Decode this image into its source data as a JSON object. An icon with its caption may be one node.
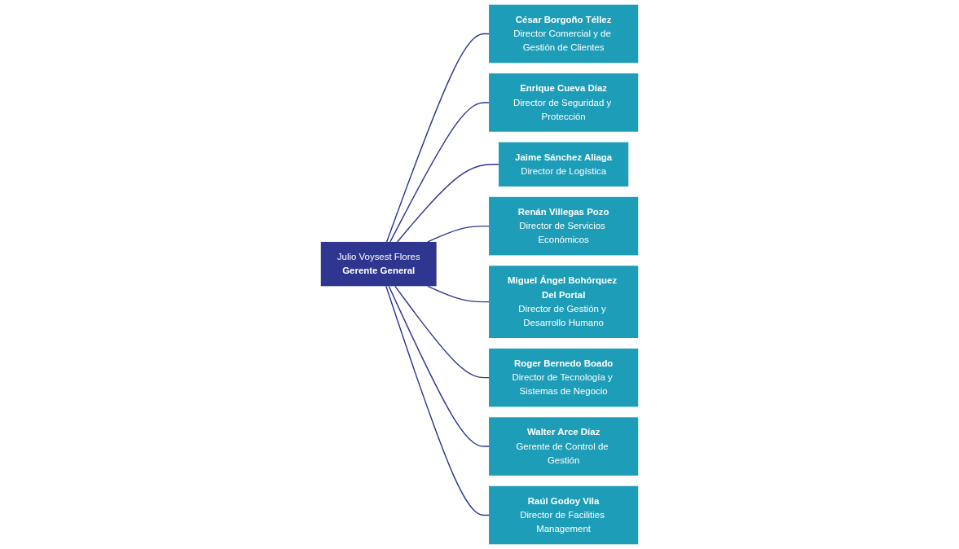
{
  "diagram": {
    "nodes": [
      {
        "text": [
          "Julio Voysest Flores",
          "Gerente General"
        ]
      },
      {
        "text": [
          "César Borgoño Téllez",
          "Director Comercial y de Gestión de Clientes"
        ]
      },
      {
        "text": [
          "Enrique Cueva Díaz",
          "Director de Seguridad y Protección"
        ]
      },
      {
        "text": [
          "Jaime Sánchez Aliaga",
          "Director de Logística"
        ]
      },
      {
        "text": [
          "Renán Villegas Pozo",
          "Director de Servicios Económicos"
        ]
      },
      {
        "text": [
          "Miguel Ángel Bohórquez Del Portal",
          "Director de Gestión y Desarrollo Humano"
        ]
      },
      {
        "text": [
          "Roger Bernedo Boado",
          "Director de Tecnología y Sistemas de Negocio"
        ]
      },
      {
        "text": [
          "Walter Arce Díaz",
          "Gerente de Control de Gestión"
        ]
      },
      {
        "text": [
          "Raúl Godoy Vila",
          "Director de Facilities Management"
        ]
      }
    ],
    "edges": [
      {
        "from": 0,
        "to": 1,
        "arrow": "none"
      },
      {
        "from": 0,
        "to": 2,
        "arrow": "none"
      },
      {
        "from": 0,
        "to": 3,
        "arrow": "none"
      },
      {
        "from": 0,
        "to": 4,
        "arrow": "none"
      },
      {
        "from": 0,
        "to": 5,
        "arrow": "none"
      },
      {
        "from": 0,
        "to": 6,
        "arrow": "none"
      },
      {
        "from": 0,
        "to": 7,
        "arrow": "none"
      },
      {
        "from": 0,
        "to": 8,
        "arrow": "none"
      }
    ]
  }
}
